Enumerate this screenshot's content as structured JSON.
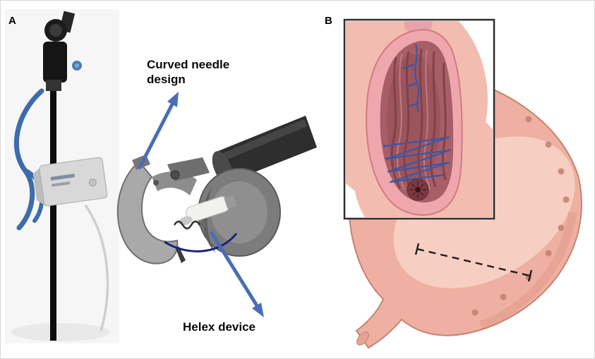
{
  "figure": {
    "panels": {
      "a": {
        "label": "A",
        "annotations": [
          {
            "text": "Curved needle design"
          },
          {
            "text": "Helex device"
          }
        ]
      },
      "b": {
        "label": "B"
      }
    },
    "colors": {
      "annotation_arrow_blue": "#4a6db5",
      "suture_blue": "#3a57a5",
      "stomach_pink": "#eeb0a2",
      "cavity_red": "#a85e66"
    }
  }
}
